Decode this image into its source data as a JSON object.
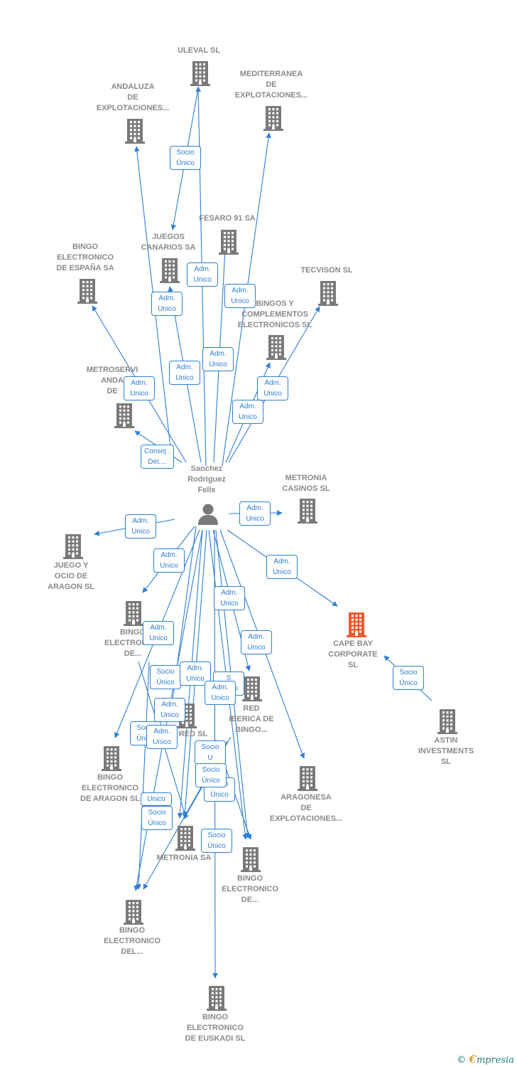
{
  "center": {
    "label": "Sanchez\nRodriguez\nFelix"
  },
  "companies": [
    {
      "id": "uleval",
      "label": "ULEVAL SL",
      "focus": false
    },
    {
      "id": "andaluza",
      "label": "ANDALUZA\nDE\nEXPLOTACIONES...",
      "focus": false
    },
    {
      "id": "mediterranea",
      "label": "MEDITERRANEA\nDE\nEXPLOTACIONES...",
      "focus": false
    },
    {
      "id": "fesaro",
      "label": "FESARO 91 SA",
      "focus": false
    },
    {
      "id": "juegos_canarios",
      "label": "JUEGOS\nCANARIOS SA",
      "focus": false
    },
    {
      "id": "bingo_espana",
      "label": "BINGO\nELECTRONICO\nDE ESPAÑA SA",
      "focus": false
    },
    {
      "id": "tecvison",
      "label": "TECVISON SL",
      "focus": false
    },
    {
      "id": "bingos_complementos",
      "label": "BINGOS Y\nCOMPLEMENTOS\nELECTRONICOS SL",
      "focus": false
    },
    {
      "id": "metroservi",
      "label": "METROSERVI\nANDA\nDE",
      "focus": false
    },
    {
      "id": "metronia_casinos",
      "label": "METRONIA\nCASINOS SL",
      "focus": false
    },
    {
      "id": "juego_ocio",
      "label": "JUEGO Y\nOCIO DE\nARAGON SL",
      "focus": false
    },
    {
      "id": "cape_bay",
      "label": "CAPE BAY\nCORPORATE\nSL",
      "focus": true
    },
    {
      "id": "bingo_electronico_de",
      "label": "BINGO\nELECTRONICO\nDE...",
      "focus": false
    },
    {
      "id": "red_iberica",
      "label": "RED\nIBERICA DE\nBINGO...",
      "focus": false
    },
    {
      "id": "red_sl",
      "label": "RED  SL",
      "focus": false
    },
    {
      "id": "astin",
      "label": "ASTIN\nINVESTMENTS\nSL",
      "focus": false
    },
    {
      "id": "bingo_aragon",
      "label": "BINGO\nELECTRONICO\nDE ARAGON SL",
      "focus": false
    },
    {
      "id": "aragonesa",
      "label": "ARAGONESA\nDE\nEXPLOTACIONES...",
      "focus": false
    },
    {
      "id": "metronia_sa",
      "label": "METRONIA SA",
      "focus": false
    },
    {
      "id": "bingo_electronico_de2",
      "label": "BINGO\nELECTRONICO\nDE...",
      "focus": false
    },
    {
      "id": "bingo_del",
      "label": "BINGO\nELECTRONICO\nDEL...",
      "focus": false
    },
    {
      "id": "bingo_euskadi",
      "label": "BINGO\nELECTRONICO\nDE EUSKADI SL",
      "focus": false
    }
  ],
  "edge_labels": [
    {
      "id": "e1",
      "text": "Socio\nÚnico"
    },
    {
      "id": "e2",
      "text": "Adm.\nUnico"
    },
    {
      "id": "e3",
      "text": "Adm.\nUnico"
    },
    {
      "id": "e4",
      "text": "Adm.\nUnico"
    },
    {
      "id": "e5",
      "text": "Adm.\nUnico"
    },
    {
      "id": "e6",
      "text": "Adm.\nUnico"
    },
    {
      "id": "e7",
      "text": "Adm.\nUnico"
    },
    {
      "id": "e8",
      "text": "Adm.\nUnico"
    },
    {
      "id": "e9",
      "text": "Adm.\nUnico"
    },
    {
      "id": "e10",
      "text": "Consej .\nDel...."
    },
    {
      "id": "e11",
      "text": "Adm.\nUnico"
    },
    {
      "id": "e12",
      "text": "Adm.\nUnico"
    },
    {
      "id": "e13",
      "text": "Adm.\nUnico"
    },
    {
      "id": "e14",
      "text": "Adm.\nUnico"
    },
    {
      "id": "e15",
      "text": "Adm.\nUnico"
    },
    {
      "id": "e16",
      "text": "Adm.\nUnico"
    },
    {
      "id": "e17",
      "text": "Adm.\nUnico"
    },
    {
      "id": "e18",
      "text": "Socio\nÚnico"
    },
    {
      "id": "e19",
      "text": "Adm.\nUnico"
    },
    {
      "id": "e20",
      "text": "S\nÚnico"
    },
    {
      "id": "e21",
      "text": "Adm.\nUnico"
    },
    {
      "id": "e22",
      "text": "Adm.\nUnico"
    },
    {
      "id": "e23",
      "text": "Socio\nÚnico"
    },
    {
      "id": "e24",
      "text": "Socio\nÚnico"
    },
    {
      "id": "e25",
      "text": "Adm.\nUnico"
    },
    {
      "id": "e26",
      "text": "Socio\nU"
    },
    {
      "id": "e27",
      "text": "Socio\nÚnico"
    },
    {
      "id": "e28",
      "text": "Socio\nÚnico"
    },
    {
      "id": "e29",
      "text": "Unico"
    },
    {
      "id": "e30",
      "text": "Socio\nÚnico"
    },
    {
      "id": "e31",
      "text": "Socio\nÚnico"
    }
  ],
  "colors": {
    "edge": "#2f7fd4",
    "node": "#7a7a7a",
    "focus_node": "#f0592a"
  },
  "footer": {
    "copyright": "©",
    "brand_initial": "€",
    "brand_rest": "mpresia"
  }
}
